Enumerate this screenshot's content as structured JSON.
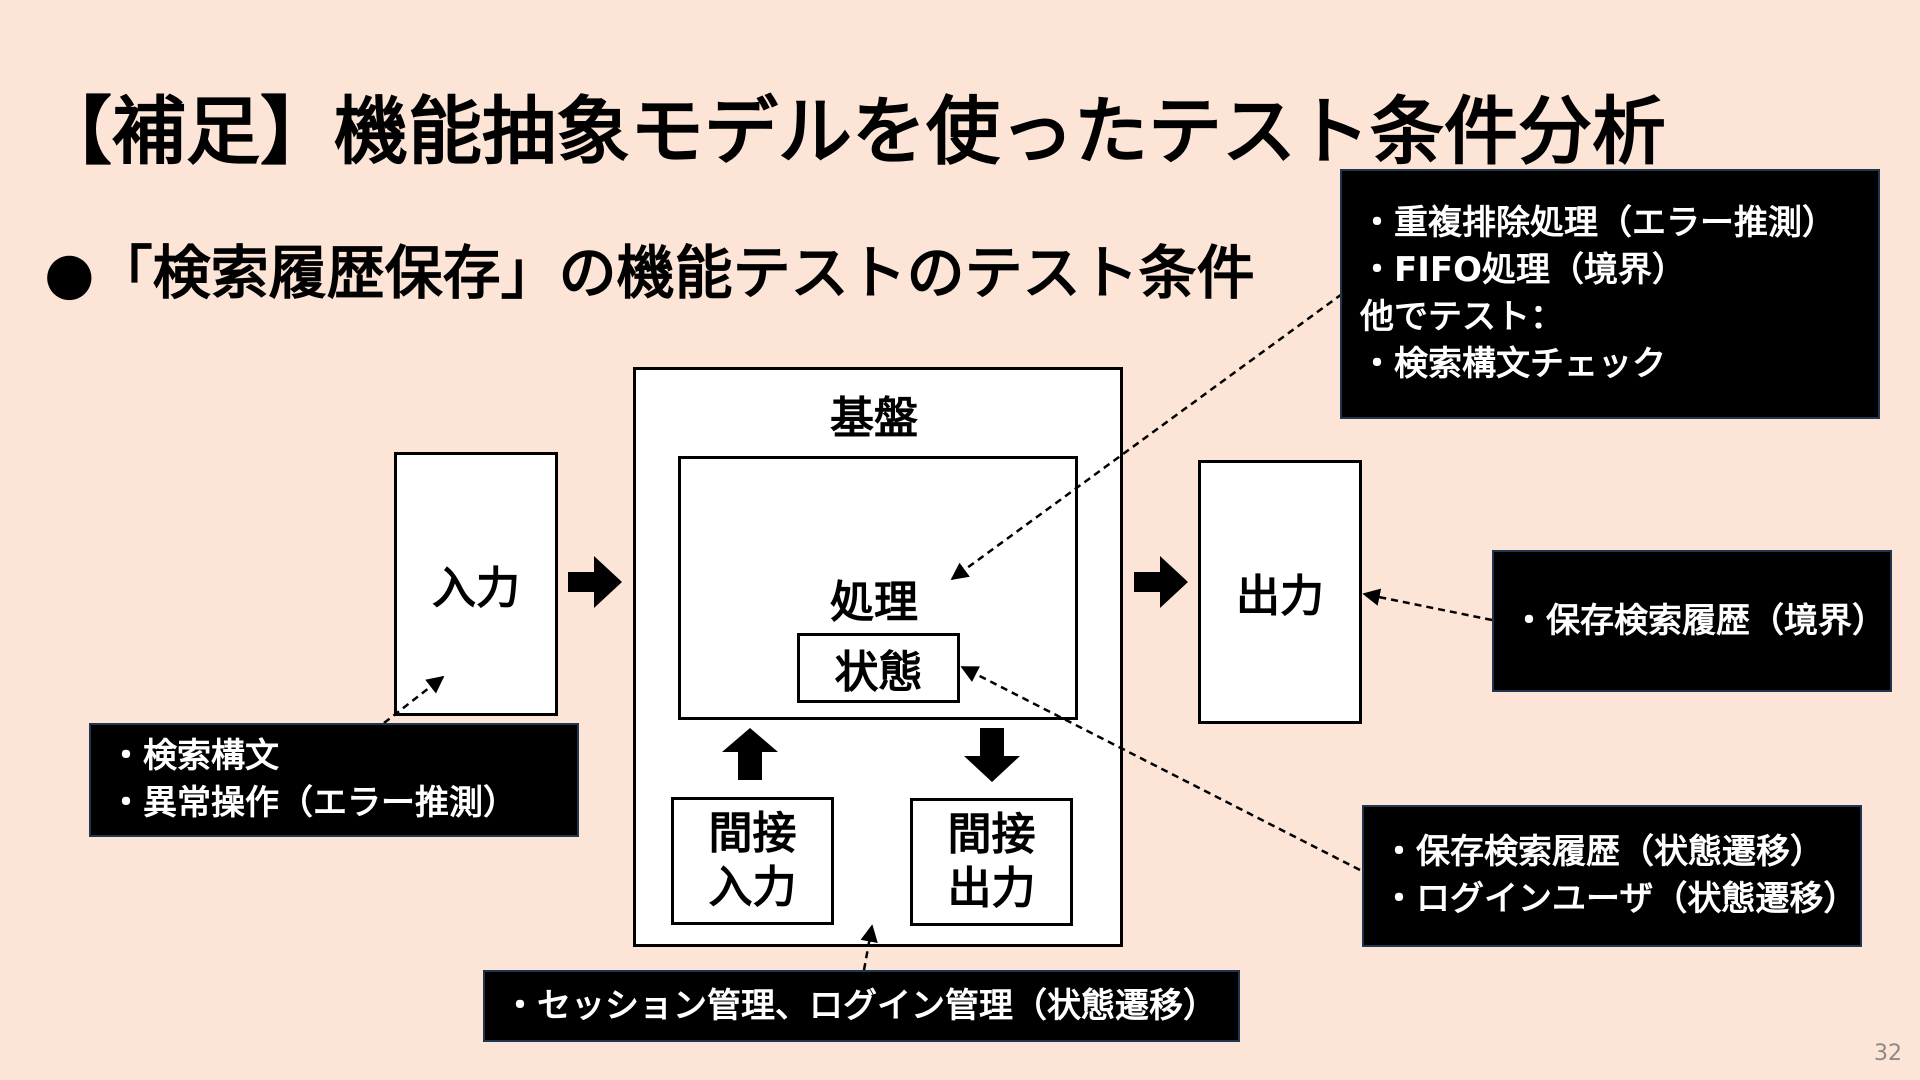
{
  "title": "【補足】機能抽象モデルを使ったテスト条件分析",
  "subtitle": "●「検索履歴保存」の機能テストのテスト条件",
  "diagram": {
    "input": "入力",
    "platform": "基盤",
    "process": "処理",
    "state": "状態",
    "indirect_input": [
      "間接",
      "入力"
    ],
    "indirect_output": [
      "間接",
      "出力"
    ],
    "output": "出力"
  },
  "notes": {
    "top_right": [
      "・重複排除処理（エラー推測）",
      "・FIFO処理（境界）",
      "他でテスト：",
      "・検索構文チェック"
    ],
    "input": [
      "・検索構文",
      "・異常操作（エラー推測）"
    ],
    "output": [
      "・保存検索履歴（境界）"
    ],
    "state": [
      "・保存検索履歴（状態遷移）",
      "・ログインユーザ（状態遷移）"
    ],
    "platform": [
      "・セッション管理、ログイン管理（状態遷移）"
    ]
  },
  "page_number": "32"
}
